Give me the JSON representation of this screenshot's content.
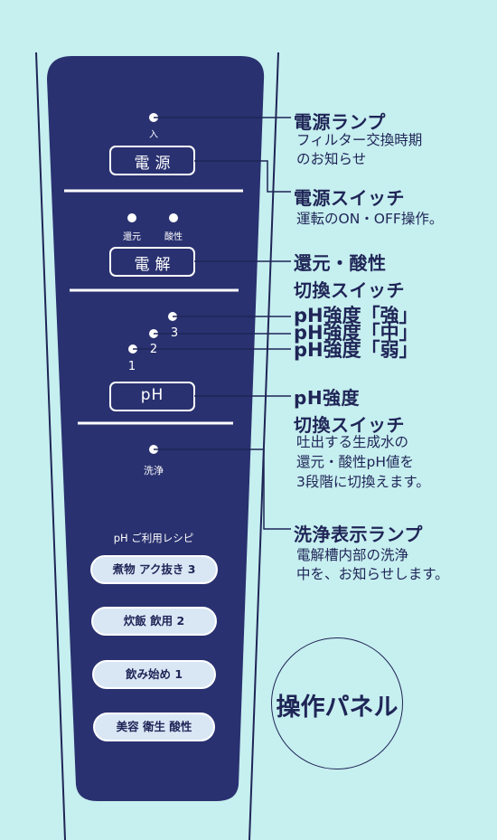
{
  "panel": {
    "indicators": {
      "power_on": "入",
      "reduction": "還元",
      "acidity": "酸性",
      "ph_level_3": "3",
      "ph_level_2": "2",
      "ph_level_1": "1",
      "wash": "洗浄"
    },
    "buttons": {
      "power": "電源",
      "electrolysis": "電解",
      "ph": "pH"
    },
    "recipe_title": "pH ご利用レシピ",
    "recipes": [
      "煮物 アク抜き  3",
      "炊飯  飲用  2",
      "飲み始め    1",
      "美容 衛生 酸性"
    ]
  },
  "callouts": {
    "power_lamp": {
      "heading": "電源ランプ",
      "body": "フィルター交換時期\nのお知らせ"
    },
    "power_switch": {
      "heading": "電源スイッチ",
      "body": "運転のON・OFF操作。"
    },
    "reduction_acid": {
      "heading": "還元・酸性\n切換スイッチ"
    },
    "ph_strength": [
      "pH強度「強」",
      "pH強度「中」",
      "pH強度「弱」"
    ],
    "ph_switch": {
      "heading": "pH強度\n切換スイッチ",
      "body": "吐出する生成水の\n還元・酸性pH値を\n3段階に切換えます。"
    },
    "wash_lamp": {
      "heading": "洗浄表示ランプ",
      "body": "電解槽内部の洗浄\n中を、お知らせします。"
    }
  },
  "title": "操作パネル"
}
